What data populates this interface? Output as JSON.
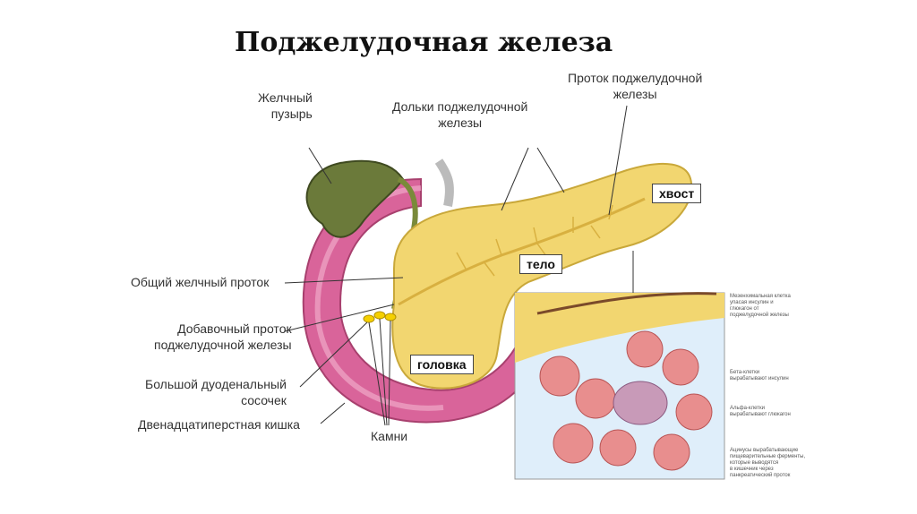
{
  "title": "Поджелудочная железа",
  "labels": {
    "gallbladder": [
      "Желчный",
      "пузырь"
    ],
    "lobules": [
      "Дольки поджелудочной",
      "железы"
    ],
    "duct": [
      "Проток поджелудочной",
      "железы"
    ],
    "common_bile_duct": "Общий желчный проток",
    "accessory_duct": [
      "Добавочный проток",
      "поджелудочной железы"
    ],
    "papilla": [
      "Большой дуоденальный",
      "сосочек"
    ],
    "duodenum": "Двенадцатиперстная кишка",
    "stones": "Камни"
  },
  "parts": {
    "tail": "хвост",
    "body": "тело",
    "head": "головка"
  },
  "inset_notes": {
    "n1": [
      "Мезенхимальная клетка",
      "упасая инсулин и",
      "глюкагон от",
      "поджелудочной железы"
    ],
    "n2": [
      "Бета-клетки",
      "вырабатывают инсулин"
    ],
    "n3": [
      "Альфа-клетки",
      "вырабатывают глюкагон"
    ],
    "n4": [
      "Ацинусы вырабатывающие",
      "пищеварительные ферменты,",
      "которые выводятся",
      "в кишечник через",
      "панкреатический проток"
    ]
  },
  "colors": {
    "pancreas": "#f2d670",
    "duodenum": "#d9649a",
    "gallbladder": "#6b7a3a",
    "acini": "#e88e8e"
  }
}
